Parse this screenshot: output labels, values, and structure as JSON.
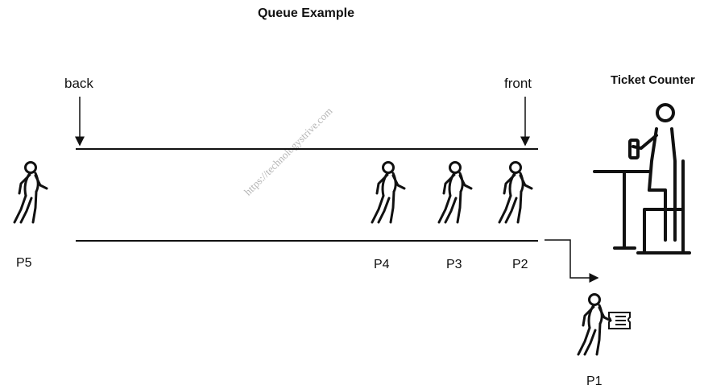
{
  "title": "Queue Example",
  "pointers": {
    "back": "back",
    "front": "front"
  },
  "counter": {
    "label": "Ticket Counter"
  },
  "people": [
    "P5",
    "P4",
    "P3",
    "P2",
    "P1"
  ],
  "watermark": "https://technologystrive.com",
  "colors": {
    "stroke": "#111111",
    "text": "#111111",
    "watermark": "#b5b5b5"
  },
  "icons": [
    "walking-person-icon",
    "person-with-ticket-icon",
    "seated-person-at-desk-icon",
    "down-arrow-icon"
  ]
}
